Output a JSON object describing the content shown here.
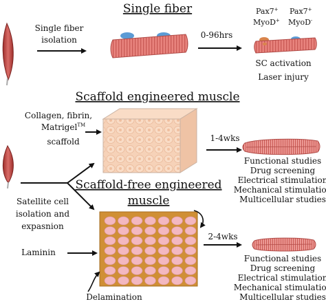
{
  "sections": {
    "single_fiber_title": "Single fiber",
    "scaffold_title": "Scaffold engineered muscle",
    "scaffold_free_title_line1": "Scaffold-free engineered",
    "scaffold_free_title_line2": "muscle"
  },
  "single_fiber": {
    "isolation_line1": "Single fiber",
    "isolation_line2": "isolation",
    "duration": "0-96hrs",
    "marker1_line1": "Pax7",
    "marker1_line1_sup": "+",
    "marker1_line2": "MyoD",
    "marker1_line2_sup": "+",
    "marker2_line1": "Pax7",
    "marker2_line1_sup": "+",
    "marker2_line2": "MyoD",
    "marker2_line2_sup": "-",
    "outcome1": "SC activation",
    "outcome2": "Laser injury"
  },
  "scaffold": {
    "material_line1": "Collagen, fibrin,",
    "material_line2": "Matrigel",
    "material_line2_sup": "TM",
    "material_line3": "scaffold",
    "duration": "1-4wks",
    "applications": [
      "Functional studies",
      "Drug screening",
      "Electrical stimulation",
      "Mechanical stimulation",
      "Multicellular studies"
    ]
  },
  "scaffold_free": {
    "source_line1": "Satellite cell",
    "source_line2": "isolation and",
    "source_line3": "expasnion",
    "laminin": "Laminin",
    "delamination": "Delamination",
    "duration": "2-4wks",
    "applications": [
      "Functional studies",
      "Drug screening",
      "Electrical stimulation",
      "Mechanical stimulation",
      "Multicellular studies"
    ]
  },
  "colors": {
    "muscle": "#c0504d",
    "fiber": "#e8837d",
    "fiber_stripe": "#c95a55",
    "satellite_cell": "#5b9bd5",
    "scaffold_cube": "#f6d2b8",
    "scaffold_cell": "#f2c5a8",
    "plate": "#d08f35",
    "plate_cell": "#f3b8c0"
  }
}
